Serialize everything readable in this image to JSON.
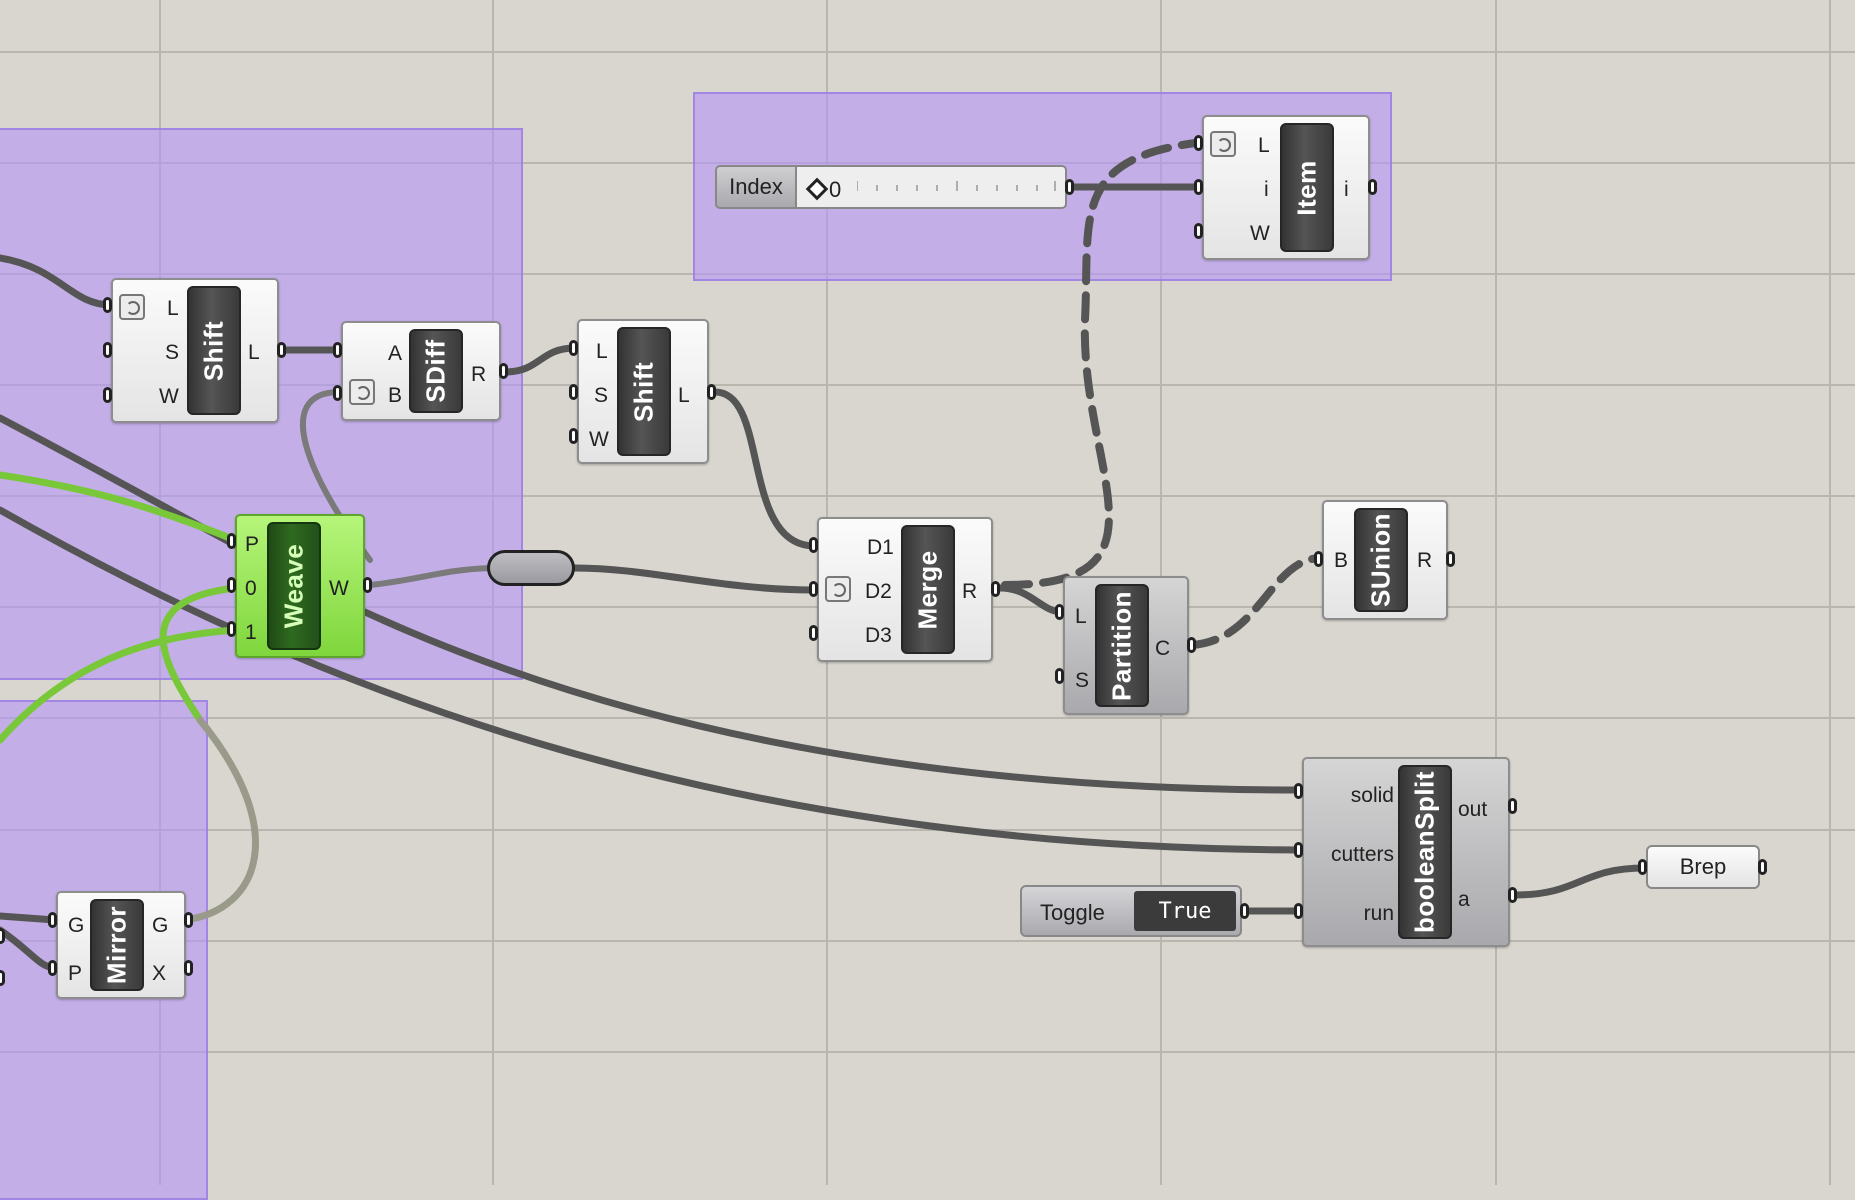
{
  "canvas": {
    "background": "#d9d6cf",
    "group_color": "#b496f5",
    "wire_color": "#555555",
    "wire_green": "#78c83a"
  },
  "slider": {
    "name": "Index",
    "value": "0"
  },
  "nodes": {
    "shift1": {
      "label": "Shift",
      "inputs": [
        "L",
        "S",
        "W"
      ],
      "outputs": [
        "L"
      ]
    },
    "sdiff": {
      "label": "SDiff",
      "inputs": [
        "A",
        "B"
      ],
      "outputs": [
        "R"
      ]
    },
    "shift2": {
      "label": "Shift",
      "inputs": [
        "L",
        "S",
        "W"
      ],
      "outputs": [
        "L"
      ]
    },
    "item": {
      "label": "Item",
      "inputs": [
        "L",
        "i",
        "W"
      ],
      "outputs": [
        "i"
      ]
    },
    "weave": {
      "label": "Weave",
      "inputs": [
        "P",
        "0",
        "1"
      ],
      "outputs": [
        "W"
      ]
    },
    "merge": {
      "label": "Merge",
      "inputs": [
        "D1",
        "D2",
        "D3"
      ],
      "outputs": [
        "R"
      ]
    },
    "partition": {
      "label": "Partition",
      "inputs": [
        "L",
        "S"
      ],
      "outputs": [
        "C"
      ]
    },
    "sunion": {
      "label": "SUnion",
      "inputs": [
        "B"
      ],
      "outputs": [
        "R"
      ]
    },
    "mirror": {
      "label": "Mirror",
      "inputs": [
        "G",
        "P"
      ],
      "outputs": [
        "G",
        "X"
      ]
    },
    "booleansplit": {
      "label": "booleanSplit",
      "inputs": [
        "solid",
        "cutters",
        "run"
      ],
      "outputs": [
        "out",
        "a"
      ]
    }
  },
  "toggle": {
    "name": "Toggle",
    "value": "True"
  },
  "brep": {
    "label": "Brep"
  }
}
